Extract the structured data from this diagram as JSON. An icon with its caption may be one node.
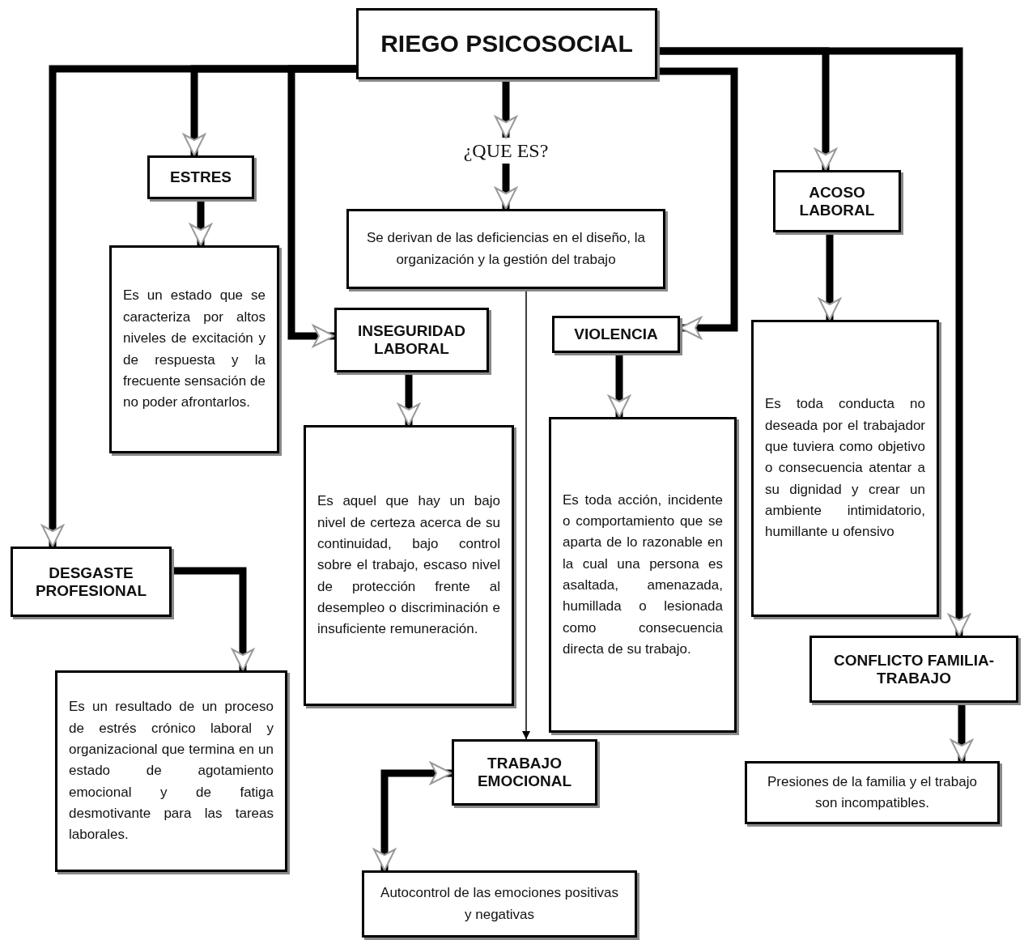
{
  "diagram": {
    "nodes": [
      {
        "text": [
          "RIEGO PSICOSOCIAL"
        ]
      },
      {
        "text": [
          "ESTRES"
        ]
      },
      {
        "text": [
          "Es un estado que se caracteriza por altos niveles de excitación y de respuesta y la frecuente sensación de no poder afrontarlos."
        ]
      },
      {
        "text": [
          "¿QUE ES?"
        ]
      },
      {
        "text": [
          "Se derivan de las deficiencias en el diseño, la organización y la gestión del trabajo"
        ]
      },
      {
        "text": [
          "INSEGURIDAD LABORAL"
        ]
      },
      {
        "text": [
          "Es aquel que hay un bajo nivel de certeza acerca de su continuidad, bajo control sobre el trabajo, escaso nivel de protección frente al desempleo o discriminación e insuficiente remuneración."
        ]
      },
      {
        "text": [
          "VIOLENCIA"
        ]
      },
      {
        "text": [
          "Es toda acción, incidente o comportamiento que se aparta de lo razonable en la cual una persona es asaltada, amenazada, humillada o lesionada como consecuencia directa de su trabajo."
        ]
      },
      {
        "text": [
          "ACOSO LABORAL"
        ]
      },
      {
        "text": [
          "Es toda conducta no deseada por el trabajador que tuviera como objetivo o consecuencia atentar a su dignidad y crear un ambiente intimidatorio, humillante u ofensivo"
        ]
      },
      {
        "text": [
          "DESGASTE PROFESIONAL"
        ]
      },
      {
        "text": [
          "Es un resultado de un proceso de estrés crónico laboral y organizacional que termina en un estado de agotamiento emocional y de fatiga desmotivante para las tareas laborales."
        ]
      },
      {
        "text": [
          "TRABAJO EMOCIONAL"
        ]
      },
      {
        "text": [
          "Autocontrol de las emociones positivas y negativas"
        ]
      },
      {
        "text": [
          "CONFLICTO FAMILIA-TRABAJO"
        ]
      },
      {
        "text": [
          "Presiones de la familia y el trabajo son incompatibles."
        ]
      }
    ],
    "edges": [
      {
        "from": 0,
        "to": 1,
        "arrow": "to"
      },
      {
        "from": 0,
        "to": 11,
        "arrow": "to"
      },
      {
        "from": 0,
        "to": 5,
        "arrow": "to"
      },
      {
        "from": 0,
        "to": 3,
        "arrow": "to"
      },
      {
        "from": 3,
        "to": 4,
        "arrow": "to"
      },
      {
        "from": 4,
        "to": 13,
        "arrow": "to"
      },
      {
        "from": 0,
        "to": 7,
        "arrow": "to"
      },
      {
        "from": 0,
        "to": 9,
        "arrow": "to"
      },
      {
        "from": 0,
        "to": 15,
        "arrow": "to"
      },
      {
        "from": 1,
        "to": 2,
        "arrow": "to"
      },
      {
        "from": 5,
        "to": 6,
        "arrow": "to"
      },
      {
        "from": 7,
        "to": 8,
        "arrow": "to"
      },
      {
        "from": 9,
        "to": 10,
        "arrow": "to"
      },
      {
        "from": 15,
        "to": 16,
        "arrow": "to"
      },
      {
        "from": 11,
        "to": 12,
        "arrow": "to"
      },
      {
        "from": 13,
        "to": 14,
        "arrow": "both"
      }
    ]
  }
}
